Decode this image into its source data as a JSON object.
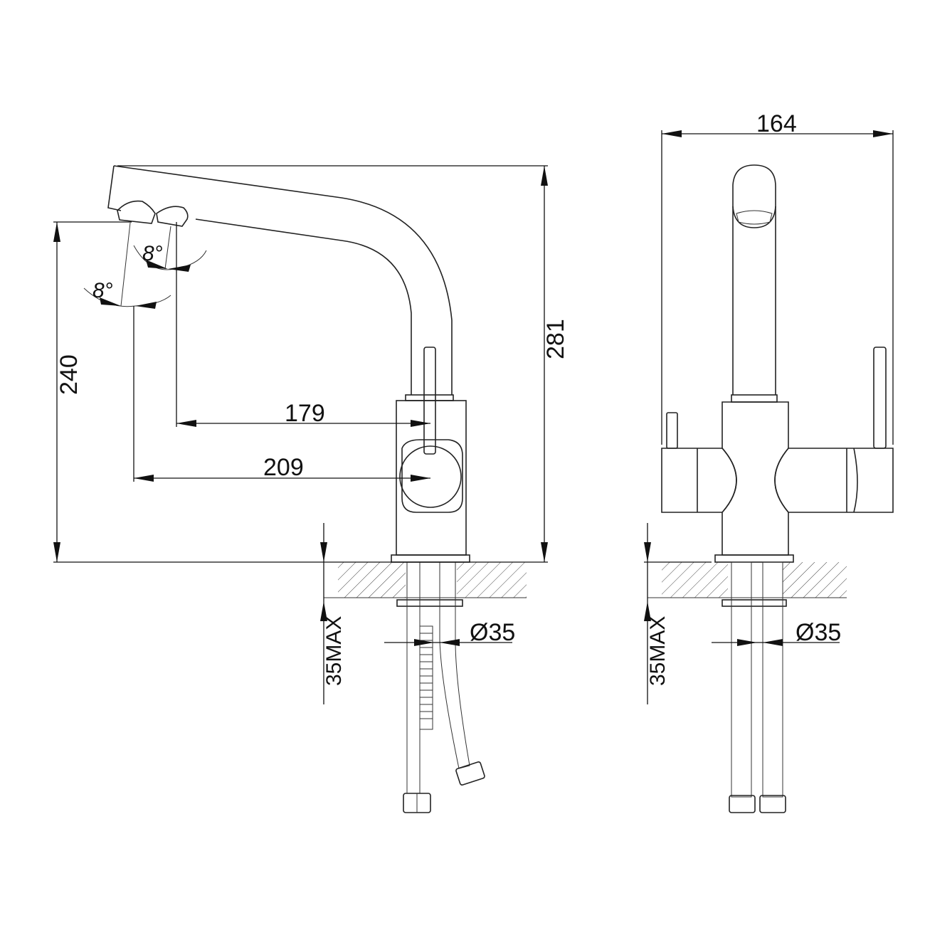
{
  "title": "Kitchen faucet with filtered water outlet - dimensional drawing",
  "side_view": {
    "height_spout": "240",
    "height_total": "281",
    "reach_outlet_1": "179",
    "reach_outlet_2": "209",
    "angle_1": "8°",
    "angle_2": "8°",
    "countertop_max": "35MAX",
    "hole_diameter": "Ø35"
  },
  "front_view": {
    "width": "164",
    "countertop_max": "35MAX",
    "hole_diameter": "Ø35"
  }
}
